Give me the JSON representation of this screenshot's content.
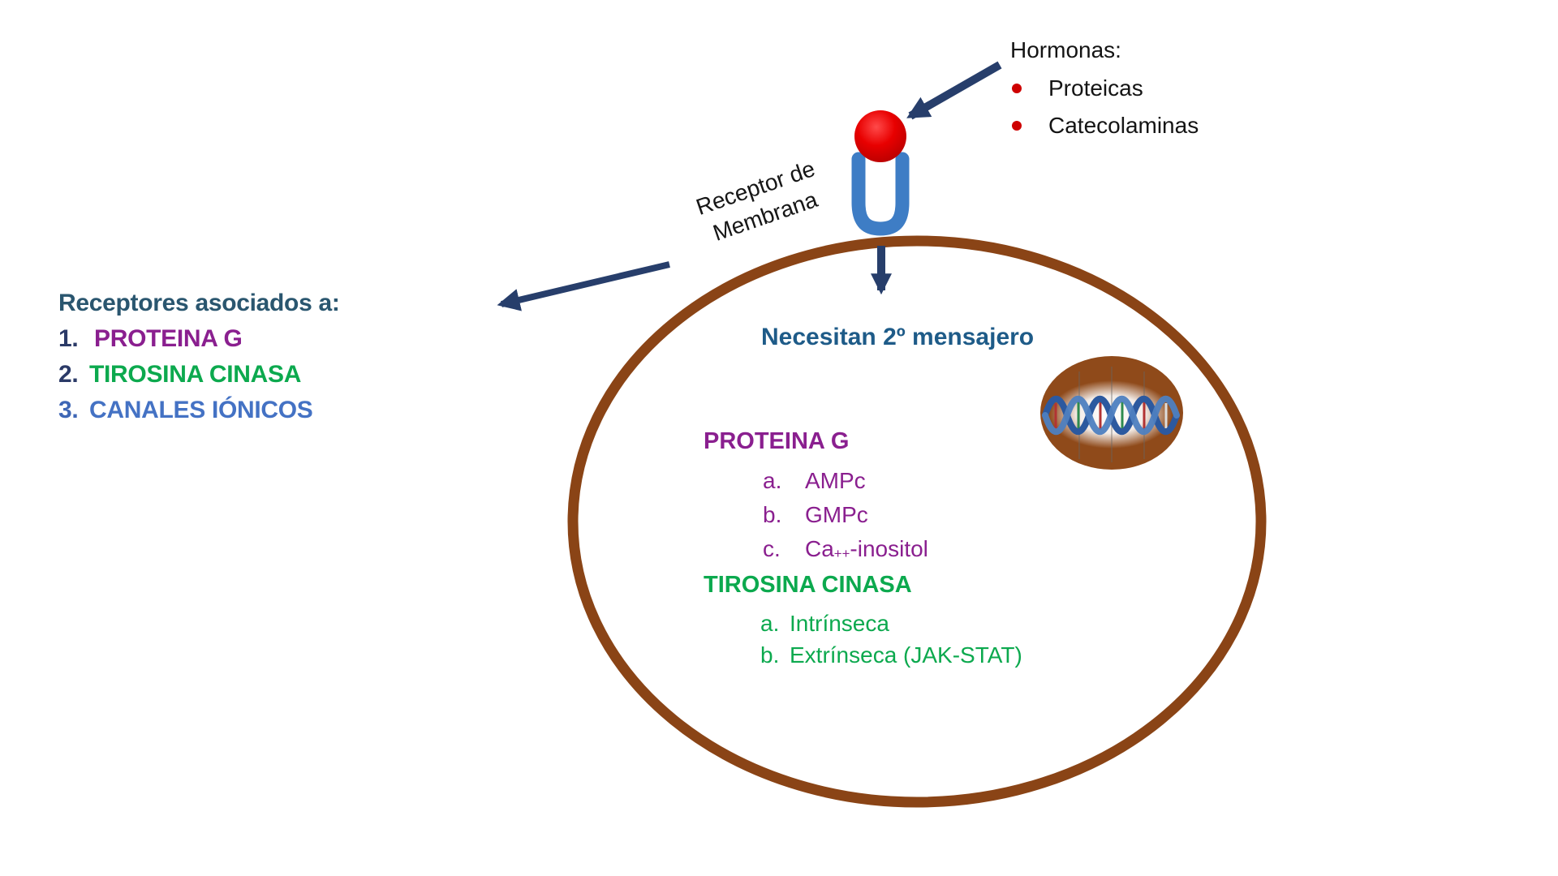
{
  "hormones": {
    "title": "Hormonas:",
    "items": [
      "Proteicas",
      "Catecolaminas"
    ]
  },
  "receptor_label": {
    "line1": "Receptor de",
    "line2": "Membrana"
  },
  "left_panel": {
    "title": "Receptores asociados a:",
    "items": [
      {
        "number": "1.",
        "label": "PROTEINA G"
      },
      {
        "number": "2.",
        "label": "TIROSINA CINASA"
      },
      {
        "number": "3.",
        "label": "CANALES IÓNICOS"
      }
    ]
  },
  "cell": {
    "message": "Necesitan 2º mensajero",
    "protein_g": {
      "title": "PROTEINA G",
      "items": [
        {
          "letter": "a.",
          "label": "AMPc"
        },
        {
          "letter": "b.",
          "label": "GMPc"
        },
        {
          "letter": "c.",
          "prefix": "Ca",
          "sub": "++",
          "suffix": "-inositol"
        }
      ]
    },
    "tyrosine": {
      "title": "TIROSINA CINASA",
      "items": [
        {
          "letter": "a.",
          "label": "Intrínseca"
        },
        {
          "letter": "b.",
          "label": "Extrínseca (JAK-STAT)"
        }
      ]
    }
  },
  "icons": {
    "hormone_ball": "hormone-icon",
    "receptor": "membrane-receptor-icon",
    "nucleus": "nucleus-icon",
    "dna": "dna-helix-icon"
  },
  "colors": {
    "membrane_brown": "#8A4416",
    "nucleus_brown": "#8F4A1A",
    "receptor_blue": "#3E7DC5",
    "hormone_red": "#D90000",
    "arrow_navy": "#273E6B",
    "header_teal": "#2A566F",
    "message_blue": "#1E5B88",
    "protein_g_purple": "#8A1F8F",
    "tyrosine_green": "#0CA94E",
    "ionic_blue": "#4472C4",
    "bullet_red": "#CE0000"
  }
}
